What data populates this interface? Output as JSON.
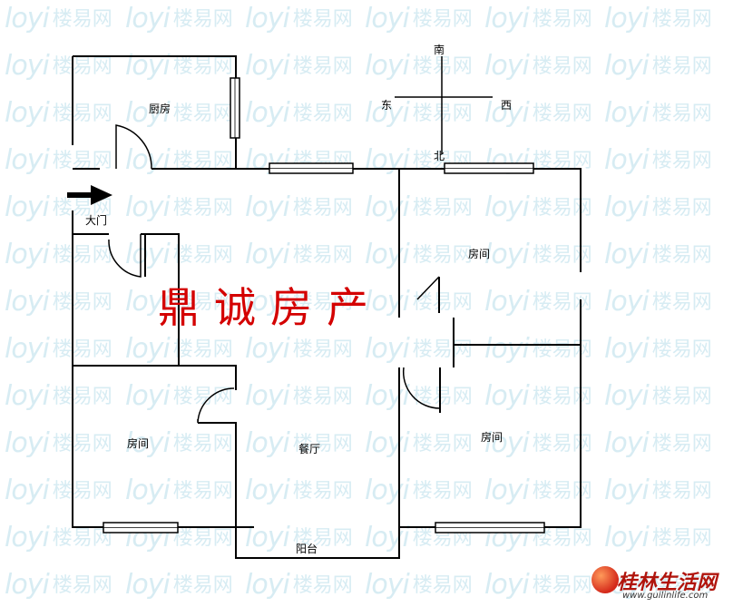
{
  "watermark": {
    "latin": "loyi",
    "chinese": "楼易网"
  },
  "rooms": {
    "kitchen": "厨房",
    "entrance": "大门",
    "bedroom_left": "房间",
    "dining": "餐厅",
    "bedroom_upper_right": "房间",
    "bedroom_lower_right": "房间",
    "balcony": "阳台"
  },
  "compass": {
    "south": "南",
    "east": "东",
    "west": "西",
    "north": "北"
  },
  "stamp": "鼎诚房产",
  "logo": {
    "name": "桂林生活网",
    "url": "www.guilinlife.com"
  },
  "colors": {
    "wall": "#000000",
    "stamp": "#d40000",
    "watermark": "#d7ecf3"
  }
}
